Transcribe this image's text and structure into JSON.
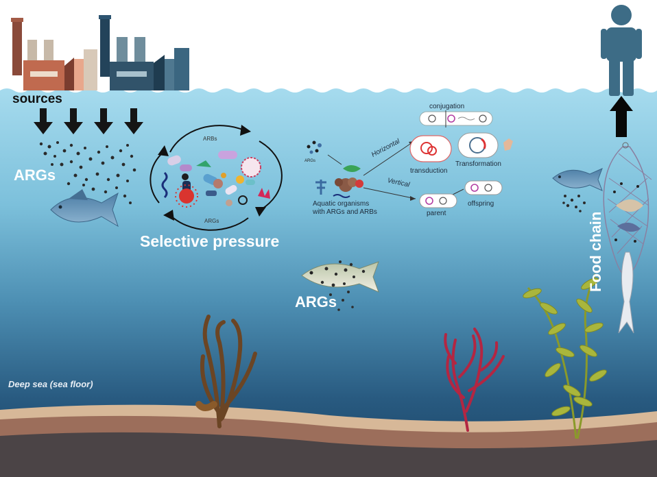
{
  "labels": {
    "sources": "sources",
    "args_left": "ARGs",
    "args_center": "ARGs",
    "selective_pressure": "Selective pressure",
    "deep_sea": "Deep sea (sea floor)",
    "food_chain": "Food chain",
    "arbs_small": "ARBs",
    "args_small": "ARGs",
    "args_tiny": "ARGs"
  },
  "transfer": {
    "conjugation": "conjugation",
    "horizontal": "Horizontal",
    "vertical": "Vertical",
    "transduction": "transduction",
    "transformation": "Transformation",
    "offspring": "offspring",
    "parent": "parent",
    "organisms": "Aquatic organisms",
    "organisms_line2": "with ARGs and ARBs"
  },
  "colors": {
    "sky": "#ffffff",
    "water_top": "#8fcfe6",
    "water_bottom": "#1d4568",
    "sediment": "#d9b99a",
    "seafloor": "#4a4243",
    "human": "#3c6d86",
    "fish": "#5e8fb5",
    "red_seaweed": "#b5223d",
    "brown_seaweed": "#6b4522",
    "green_seaweed": "#a8b43a"
  },
  "icons": [
    "factory-icon",
    "arrow-down-icon",
    "fish-icon",
    "human-icon",
    "arrow-up-icon",
    "net-icon",
    "seaweed-icon",
    "bacteria-icon",
    "plasmid-icon"
  ]
}
